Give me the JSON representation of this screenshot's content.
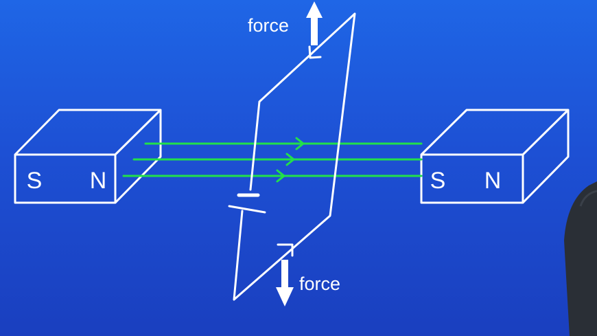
{
  "diagram": {
    "left_magnet": {
      "south_label": "S",
      "north_label": "N"
    },
    "right_magnet": {
      "south_label": "S",
      "north_label": "N"
    },
    "force_top_label": "force",
    "force_bottom_label": "force"
  },
  "colors": {
    "background_top": "#1f66e6",
    "background_bottom": "#1a3fbf",
    "outline": "#ffffff",
    "field_lines": "#22e04a",
    "presenter_suit": "#2a2f36"
  },
  "icons": [
    "arrow-up-icon",
    "arrow-down-icon",
    "current-direction-arrow-icon",
    "field-direction-arrow-icon",
    "battery-cell-icon"
  ]
}
